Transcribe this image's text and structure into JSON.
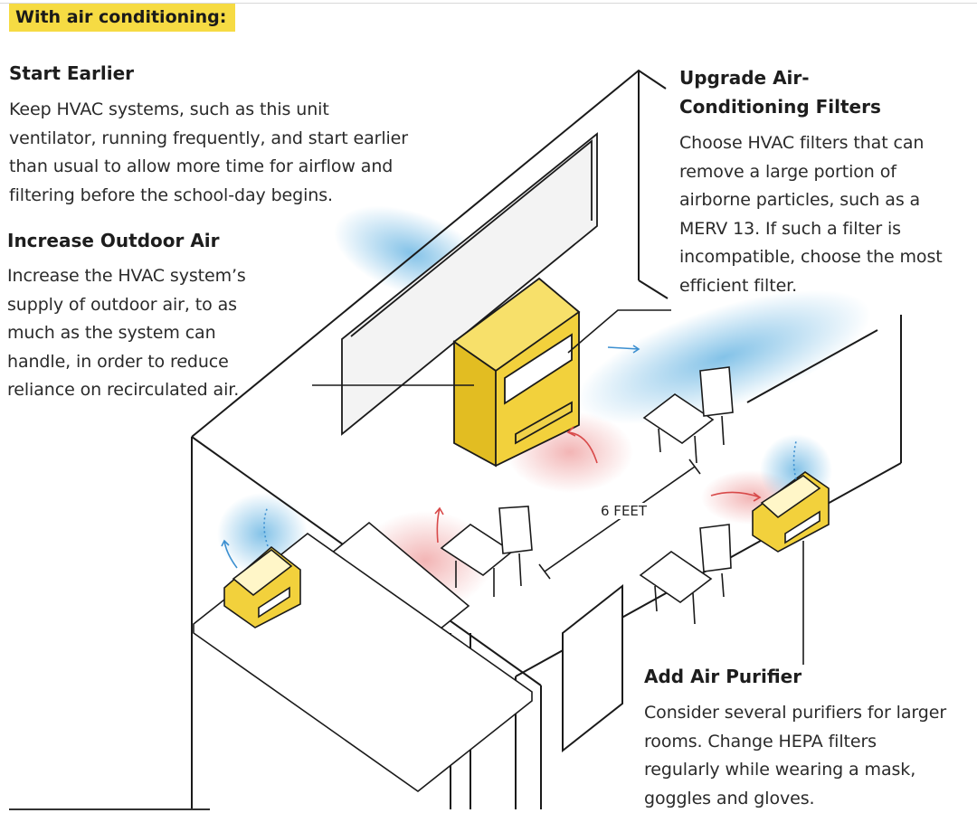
{
  "header": {
    "label": "With air conditioning:"
  },
  "sections": {
    "start_earlier": {
      "heading": "Start Earlier",
      "lines": [
        "Keep HVAC systems, such as this unit",
        "ventilator, running frequently, and start earlier",
        "than usual to allow more time for airflow and",
        "filtering before the school-day begins."
      ]
    },
    "outdoor_air": {
      "heading": "Increase Outdoor Air",
      "lines": [
        "Increase the HVAC system’s",
        "supply of outdoor air, to as",
        "much as the system can",
        "handle, in order to reduce",
        "reliance on recirculated air."
      ]
    },
    "filters": {
      "heading_lines": [
        "Upgrade Air-",
        "Conditioning Filters"
      ],
      "lines": [
        "Choose HVAC filters that can",
        "remove a large portion of",
        "airborne particles, such as a",
        "MERV 13. If such a filter is",
        "incompatible, choose the most",
        "efficient filter."
      ]
    },
    "purifier": {
      "heading": "Add Air Purifier",
      "lines": [
        "Consider several purifiers for larger",
        "rooms. Change HEPA filters",
        "regularly while wearing a mask,",
        "goggles and gloves."
      ]
    }
  },
  "distance_label": "6 FEET",
  "colors": {
    "highlight": "#f6db43",
    "unit_yellow": "#f2d13c",
    "air_blue": "#5aaee0",
    "air_red": "#e05a5a",
    "line": "#1a1a1a"
  },
  "icons": [
    "unit-ventilator-icon",
    "air-purifier-icon",
    "student-desk-icon",
    "teacher-desk-icon",
    "airflow-arrow-icon"
  ]
}
